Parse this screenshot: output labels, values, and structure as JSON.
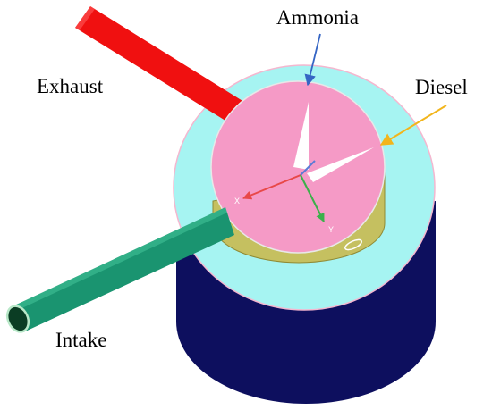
{
  "labels": {
    "ammonia": "Ammonia",
    "exhaust": "Exhaust",
    "diesel": "Diesel",
    "intake": "Intake"
  },
  "axes": {
    "x": "X",
    "y": "Y"
  },
  "colors": {
    "cylinder": "#0d0f5e",
    "ammonia_region": "#a6f4f2",
    "piston_top": "#f59ac6",
    "piston_side": "#c5c060",
    "exhaust_pipe": "#f01010",
    "intake_pipe": "#1a9470",
    "ammonia_arrow": "#3565c4",
    "diesel_arrow": "#f2b51c"
  }
}
